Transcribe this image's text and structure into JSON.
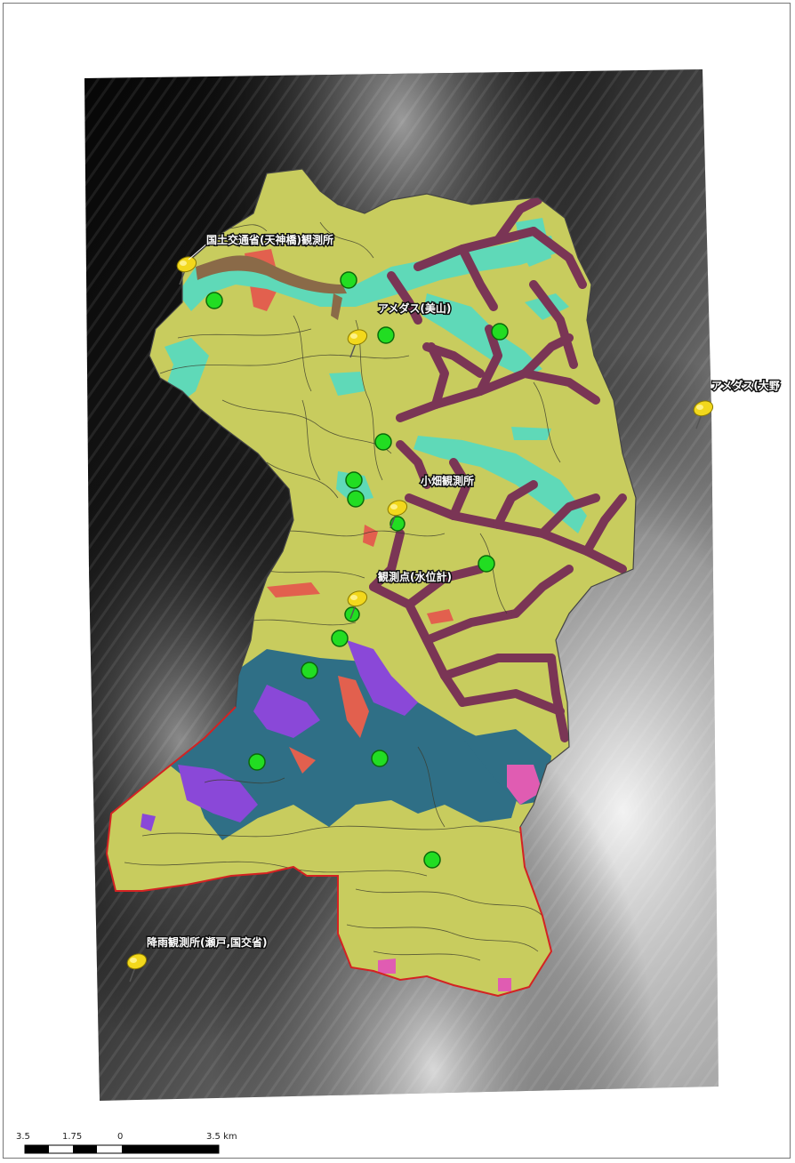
{
  "labels": {
    "tenjinbashi": "国土交通省(天神橋)観測所",
    "amedas_mikawa": "アメダス(美山)",
    "amedas_ono": "アメダス(大野",
    "obata": "小畑観測所",
    "water_level": "観測点(水位計)",
    "seto": "降雨観測所(瀬戸,国交省)"
  },
  "scale_bar": {
    "ticks": [
      "3.5",
      "1.75",
      "0",
      "3.5 km"
    ]
  },
  "colors": {
    "frame": "#777777",
    "hillshade_dark": "#0b0b0b",
    "geology_base": "#c8cc5e",
    "river_valley": "#7a3555",
    "alluvium_teal": "#5fd9b8",
    "dark_teal": "#2f6f86",
    "purple": "#8a48d8",
    "salmon": "#e2604e",
    "pink": "#e05cb2",
    "basin_outline": "#d42222",
    "station_green": "#22dd22",
    "pushpin_yellow": "#f2d81c"
  }
}
